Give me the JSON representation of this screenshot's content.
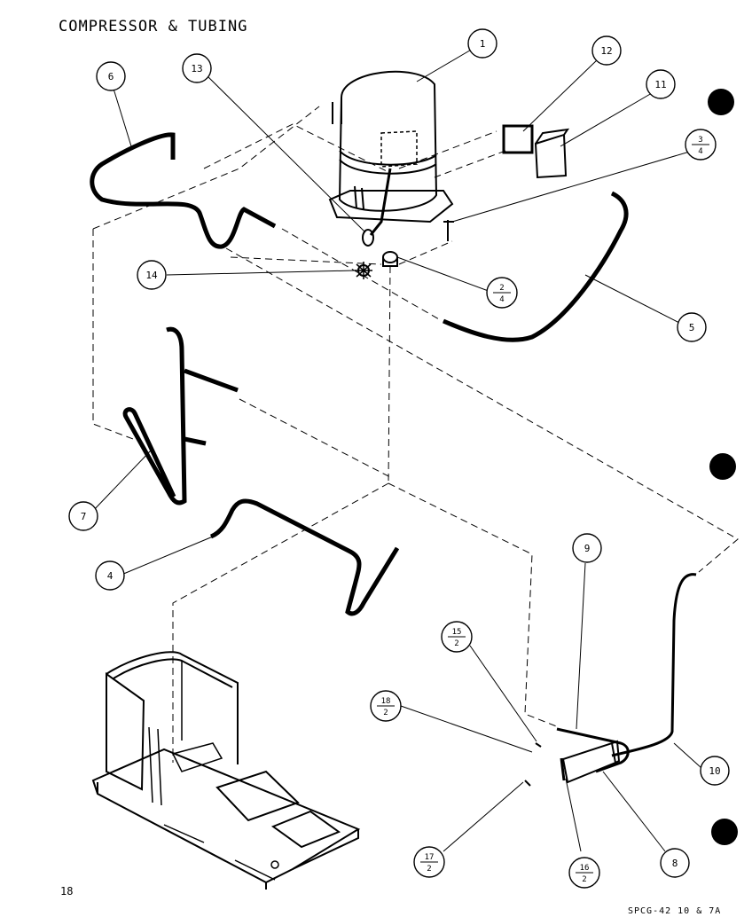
{
  "title": "COMPRESSOR & TUBING",
  "page_number": "18",
  "footer_code": "SPCG-42   10 & 7A",
  "callouts": [
    {
      "id": "1",
      "num": "1"
    },
    {
      "id": "12",
      "num": "12"
    },
    {
      "id": "11",
      "num": "11"
    },
    {
      "id": "6",
      "num": "6"
    },
    {
      "id": "13",
      "num": "13"
    },
    {
      "id": "3-4",
      "num": "3",
      "den": "4"
    },
    {
      "id": "14",
      "num": "14"
    },
    {
      "id": "2-4",
      "num": "2",
      "den": "4"
    },
    {
      "id": "5",
      "num": "5"
    },
    {
      "id": "7",
      "num": "7"
    },
    {
      "id": "4",
      "num": "4"
    },
    {
      "id": "9",
      "num": "9"
    },
    {
      "id": "15-2",
      "num": "15",
      "den": "2"
    },
    {
      "id": "18-2",
      "num": "18",
      "den": "2"
    },
    {
      "id": "10",
      "num": "10"
    },
    {
      "id": "17-2",
      "num": "17",
      "den": "2"
    },
    {
      "id": "16-2",
      "num": "16",
      "den": "2"
    },
    {
      "id": "8",
      "num": "8"
    }
  ]
}
